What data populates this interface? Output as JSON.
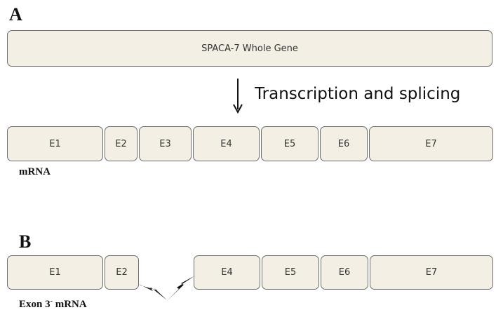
{
  "panel_a": {
    "letter": "A",
    "gene_label": "SPACA-7 Whole Gene",
    "process_label": "Transcription and splicing",
    "exons": [
      "E1",
      "E2",
      "E3",
      "E4",
      "E5",
      "E6",
      "E7"
    ],
    "caption": "mRNA"
  },
  "panel_b": {
    "letter": "B",
    "exons": [
      "E1",
      "E2",
      "E4",
      "E5",
      "E6",
      "E7"
    ],
    "caption_main": "Exon 3",
    "caption_sup": "-",
    "caption_tail": " mRNA"
  }
}
